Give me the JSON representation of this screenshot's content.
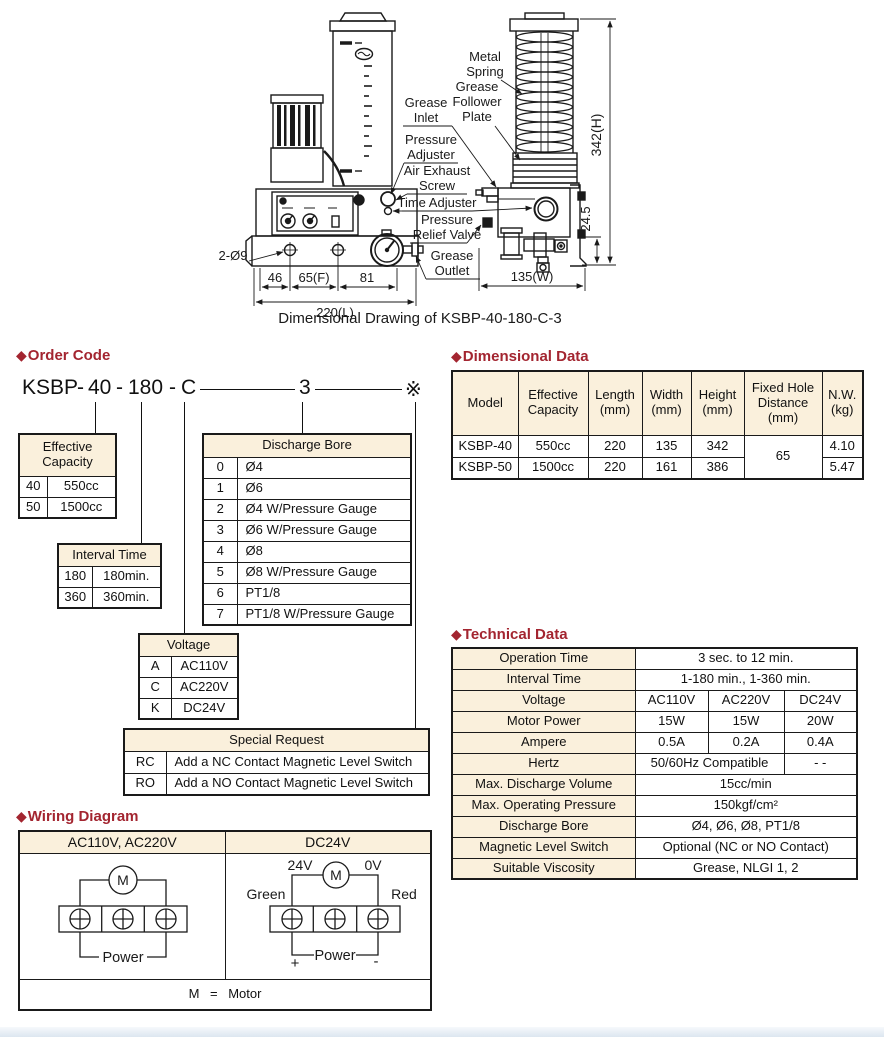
{
  "colors": {
    "accent_red": "#a32530",
    "table_header_bg": "#faf0dc",
    "line": "#1a1a1a",
    "page_bg": "#ffffff",
    "footer_strip": "#dce6f0"
  },
  "bullet": "◆",
  "drawing": {
    "caption": "Dimensional Drawing of KSBP-40-180-C-3",
    "labels": {
      "metal_spring": [
        "Metal",
        "Spring"
      ],
      "grease_follower_plate": [
        "Grease",
        "Follower",
        "Plate"
      ],
      "grease_inlet": [
        "Grease",
        "Inlet"
      ],
      "pressure_adjuster": [
        "Pressure",
        "Adjuster"
      ],
      "air_exhaust_screw": [
        "Air Exhaust",
        "Screw"
      ],
      "time_adjuster": [
        "Time Adjuster"
      ],
      "pressure_relief_valve": [
        "Pressure",
        "Relief Valve"
      ],
      "grease_outlet": [
        "Grease",
        "Outlet"
      ]
    },
    "dimensions": {
      "mount_holes": "2-Ø9",
      "seg_46": "46",
      "seg_65": "65(F)",
      "seg_81": "81",
      "total_length": "220(L)",
      "total_height": "342(H)",
      "outlet_offset": "24.5",
      "total_width": "135(W)"
    }
  },
  "order_code": {
    "title": "Order Code",
    "code": {
      "model": "KSBP",
      "dash": "-",
      "capacity": "40",
      "interval": "180",
      "voltage": "C",
      "bore": "3",
      "special": "※"
    },
    "effective_capacity": {
      "title": "Effective Capacity",
      "rows": [
        [
          "40",
          "550cc"
        ],
        [
          "50",
          "1500cc"
        ]
      ]
    },
    "interval_time": {
      "title": "Interval Time",
      "rows": [
        [
          "180",
          "180min."
        ],
        [
          "360",
          "360min."
        ]
      ]
    },
    "voltage": {
      "title": "Voltage",
      "rows": [
        [
          "A",
          "AC110V"
        ],
        [
          "C",
          "AC220V"
        ],
        [
          "K",
          "DC24V"
        ]
      ]
    },
    "discharge_bore": {
      "title": "Discharge Bore",
      "rows": [
        [
          "0",
          "Ø4"
        ],
        [
          "1",
          "Ø6"
        ],
        [
          "2",
          "Ø4 W/Pressure Gauge"
        ],
        [
          "3",
          "Ø6 W/Pressure Gauge"
        ],
        [
          "4",
          "Ø8"
        ],
        [
          "5",
          "Ø8 W/Pressure Gauge"
        ],
        [
          "6",
          "PT1/8"
        ],
        [
          "7",
          "PT1/8 W/Pressure Gauge"
        ]
      ]
    },
    "special_request": {
      "title": "Special Request",
      "rows": [
        [
          "RC",
          "Add a NC Contact Magnetic Level Switch"
        ],
        [
          "RO",
          "Add a NO Contact Magnetic Level Switch"
        ]
      ]
    }
  },
  "dimensional_data": {
    "title": "Dimensional Data",
    "headers": [
      "Model",
      "Effective Capacity",
      "Length (mm)",
      "Width (mm)",
      "Height (mm)",
      "Fixed Hole Distance (mm)",
      "N.W. (kg)"
    ],
    "rows": [
      [
        "KSBP-40",
        "550cc",
        "220",
        "135",
        "342",
        "4.10"
      ],
      [
        "KSBP-50",
        "1500cc",
        "220",
        "161",
        "386",
        "5.47"
      ]
    ],
    "fixed_hole_distance": "65"
  },
  "technical_data": {
    "title": "Technical Data",
    "rows": [
      {
        "label": "Operation Time",
        "value": "3 sec. to 12 min."
      },
      {
        "label": "Interval Time",
        "value": "1-180 min., 1-360 min."
      },
      {
        "label": "Voltage",
        "values": [
          "AC110V",
          "AC220V",
          "DC24V"
        ]
      },
      {
        "label": "Motor Power",
        "values": [
          "15W",
          "15W",
          "20W"
        ]
      },
      {
        "label": "Ampere",
        "values": [
          "0.5A",
          "0.2A",
          "0.4A"
        ]
      },
      {
        "label": "Hertz",
        "values": [
          "50/60Hz Compatible",
          "- -"
        ]
      },
      {
        "label": "Max. Discharge Volume",
        "value": "15cc/min"
      },
      {
        "label": "Max. Operating Pressure",
        "value": "150kgf/cm²"
      },
      {
        "label": "Discharge Bore",
        "value": "Ø4, Ø6, Ø8, PT1/8"
      },
      {
        "label": "Magnetic Level Switch",
        "value": "Optional (NC or NO Contact)"
      },
      {
        "label": "Suitable Viscosity",
        "value": "Grease, NLGI 1, 2"
      }
    ]
  },
  "wiring": {
    "title": "Wiring Diagram",
    "columns": [
      "AC110V, AC220V",
      "DC24V"
    ],
    "motor_symbol": "M",
    "power_label": "Power",
    "dc": {
      "v24": "24V",
      "v0": "0V",
      "green": "Green",
      "red": "Red",
      "plus": "+",
      "minus": "-"
    },
    "legend": "M = Motor"
  }
}
